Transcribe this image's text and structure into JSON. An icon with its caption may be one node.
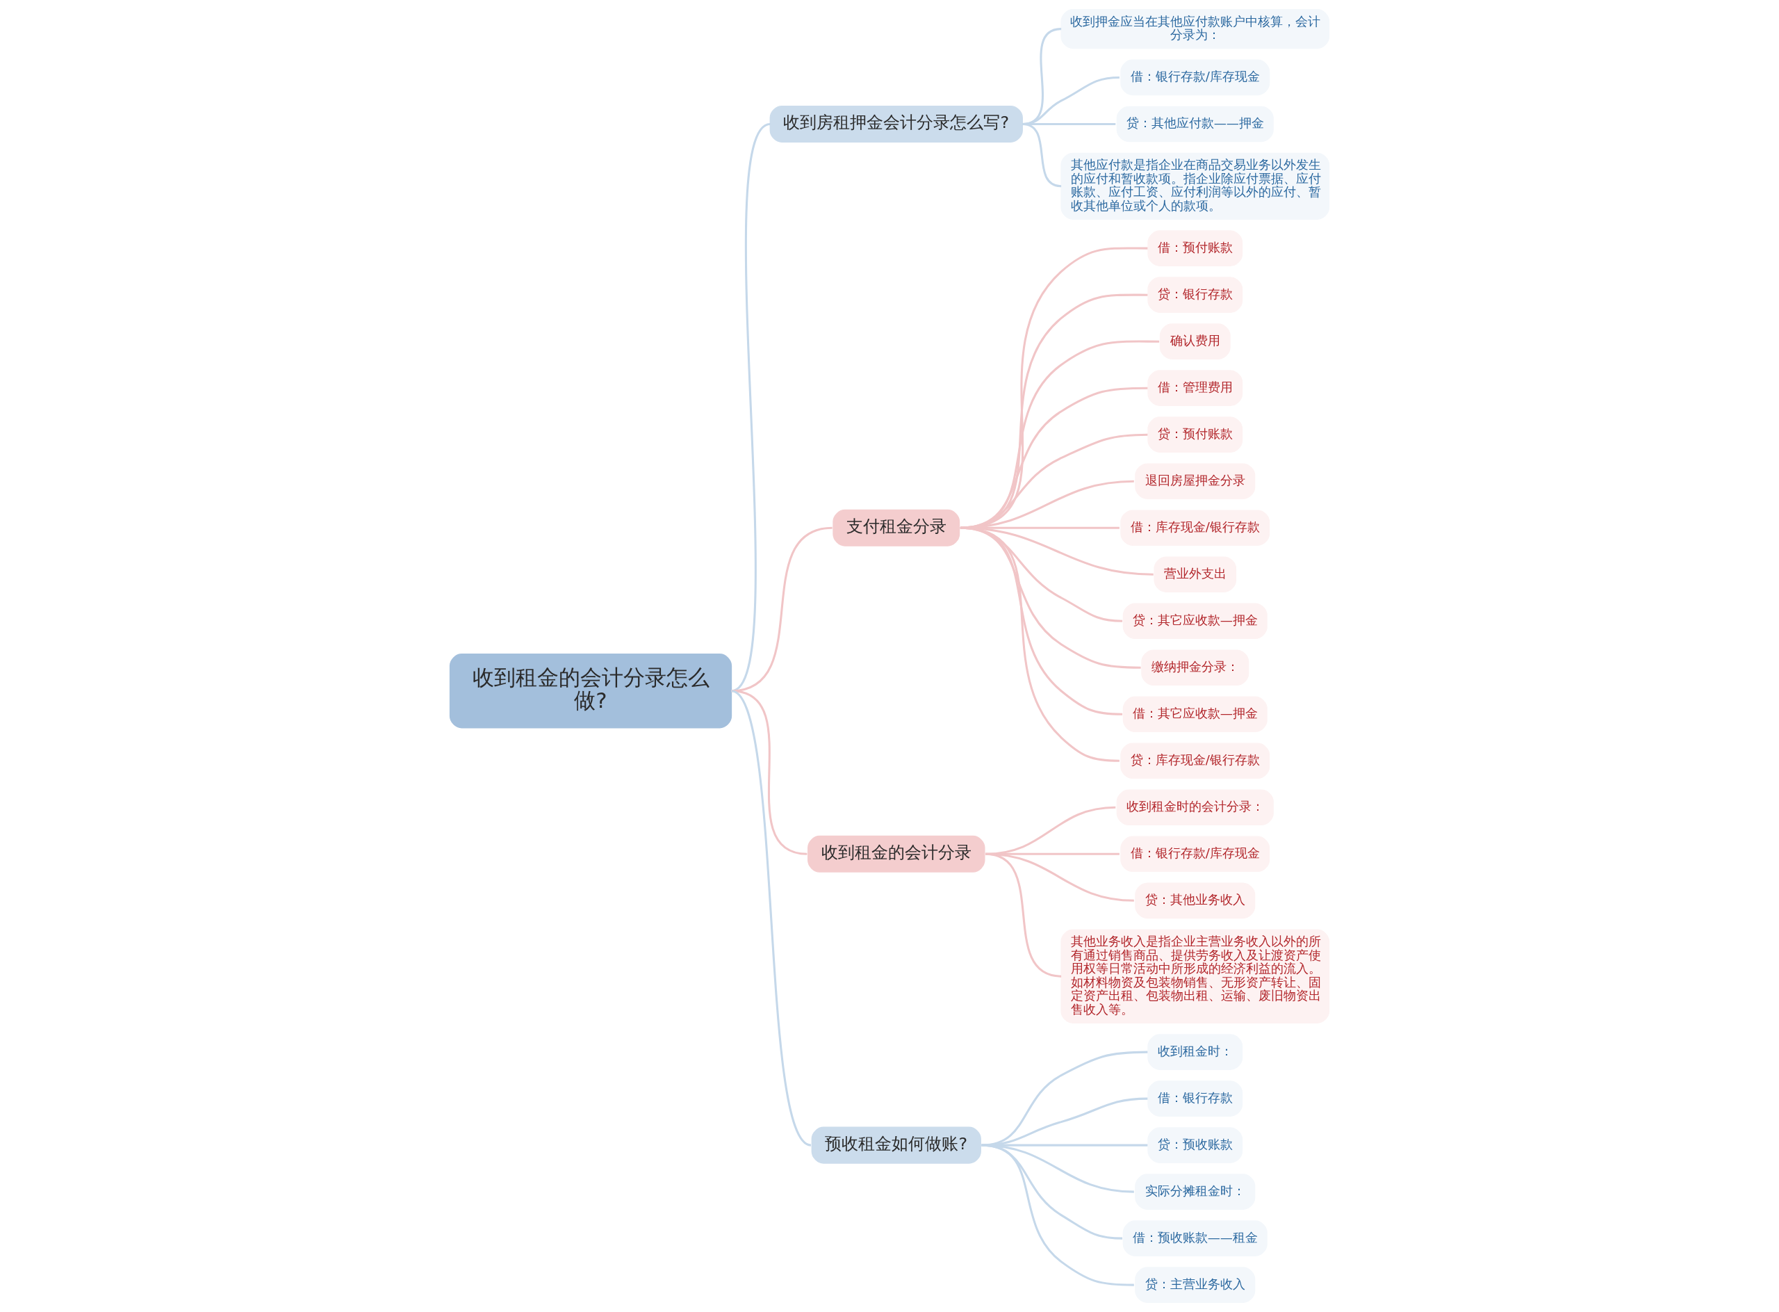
{
  "diagram": {
    "nodes": [
      {
        "text": [
          "收到租金的会计分录怎么做?"
        ]
      },
      {
        "text": [
          "收到房租押金会计分录怎么写?"
        ]
      },
      {
        "text": [
          "收到押金应当在其他应付款账户中核算，会计分录为："
        ]
      },
      {
        "text": [
          "借：银行存款/库存现金"
        ]
      },
      {
        "text": [
          "贷：其他应付款——押金"
        ]
      },
      {
        "text": [
          "其他应付款是指企业在商品交易业务以外发生的应付和暂收款项。指企业除应付票据、应付账款、应付工资、应付利润等以外的应付、暂收其他单位或个人的款项。"
        ]
      },
      {
        "text": [
          "支付租金分录"
        ]
      },
      {
        "text": [
          "借：预付账款"
        ]
      },
      {
        "text": [
          "贷：银行存款"
        ]
      },
      {
        "text": [
          "确认费用"
        ]
      },
      {
        "text": [
          "借：管理费用"
        ]
      },
      {
        "text": [
          "贷：预付账款"
        ]
      },
      {
        "text": [
          "退回房屋押金分录"
        ]
      },
      {
        "text": [
          "借：库存现金/银行存款"
        ]
      },
      {
        "text": [
          "营业外支出"
        ]
      },
      {
        "text": [
          "贷：其它应收款—押金"
        ]
      },
      {
        "text": [
          "缴纳押金分录："
        ]
      },
      {
        "text": [
          "借：其它应收款—押金"
        ]
      },
      {
        "text": [
          "贷：库存现金/银行存款"
        ]
      },
      {
        "text": [
          "收到租金的会计分录"
        ]
      },
      {
        "text": [
          "收到租金时的会计分录："
        ]
      },
      {
        "text": [
          "借：银行存款/库存现金"
        ]
      },
      {
        "text": [
          "贷：其他业务收入"
        ]
      },
      {
        "text": [
          "其他业务收入是指企业主营业务收入以外的所有通过销售商品、提供劳务收入及让渡资产使用权等日常活动中所形成的经济利益的流入。如材料物资及包装物销售、无形资产转让、固定资产出租、包装物出租、运输、废旧物资出售收入等。"
        ]
      },
      {
        "text": [
          "预收租金如何做账?"
        ]
      },
      {
        "text": [
          "收到租金时："
        ]
      },
      {
        "text": [
          "借：银行存款"
        ]
      },
      {
        "text": [
          "贷：预收账款"
        ]
      },
      {
        "text": [
          "实际分摊租金时："
        ]
      },
      {
        "text": [
          "借：预收账款——租金"
        ]
      },
      {
        "text": [
          "贷：主营业务收入"
        ]
      }
    ],
    "edges": [
      {
        "from": 0,
        "to": 1,
        "arrow": "none",
        "color": "#c5d8ea"
      },
      {
        "from": 1,
        "to": 2,
        "arrow": "none",
        "color": "#c5d8ea"
      },
      {
        "from": 1,
        "to": 3,
        "arrow": "none",
        "color": "#c5d8ea"
      },
      {
        "from": 1,
        "to": 4,
        "arrow": "none",
        "color": "#c5d8ea"
      },
      {
        "from": 1,
        "to": 5,
        "arrow": "none",
        "color": "#c5d8ea"
      },
      {
        "from": 0,
        "to": 6,
        "arrow": "none"
      },
      {
        "from": 6,
        "to": 7,
        "arrow": "none"
      },
      {
        "from": 6,
        "to": 8,
        "arrow": "none"
      },
      {
        "from": 6,
        "to": 9,
        "arrow": "none"
      },
      {
        "from": 6,
        "to": 10,
        "arrow": "none"
      },
      {
        "from": 6,
        "to": 11,
        "arrow": "none"
      },
      {
        "from": 6,
        "to": 12,
        "arrow": "none"
      },
      {
        "from": 6,
        "to": 13,
        "arrow": "none"
      },
      {
        "from": 6,
        "to": 14,
        "arrow": "none"
      },
      {
        "from": 6,
        "to": 15,
        "arrow": "none"
      },
      {
        "from": 6,
        "to": 16,
        "arrow": "none"
      },
      {
        "from": 6,
        "to": 17,
        "arrow": "none"
      },
      {
        "from": 6,
        "to": 18,
        "arrow": "none"
      },
      {
        "from": 0,
        "to": 19,
        "arrow": "none"
      },
      {
        "from": 19,
        "to": 20,
        "arrow": "none"
      },
      {
        "from": 19,
        "to": 21,
        "arrow": "none"
      },
      {
        "from": 19,
        "to": 22,
        "arrow": "none"
      },
      {
        "from": 19,
        "to": 23,
        "arrow": "none"
      },
      {
        "from": 0,
        "to": 24,
        "arrow": "none",
        "color": "#c5d8ea"
      },
      {
        "from": 24,
        "to": 25,
        "arrow": "none",
        "color": "#c5d8ea"
      },
      {
        "from": 24,
        "to": 26,
        "arrow": "none",
        "color": "#c5d8ea"
      },
      {
        "from": 24,
        "to": 27,
        "arrow": "none",
        "color": "#c5d8ea"
      },
      {
        "from": 24,
        "to": 28,
        "arrow": "none",
        "color": "#c5d8ea"
      },
      {
        "from": 24,
        "to": 29,
        "arrow": "none",
        "color": "#c5d8ea"
      },
      {
        "from": 24,
        "to": 30,
        "arrow": "none",
        "color": "#c5d8ea"
      }
    ]
  }
}
